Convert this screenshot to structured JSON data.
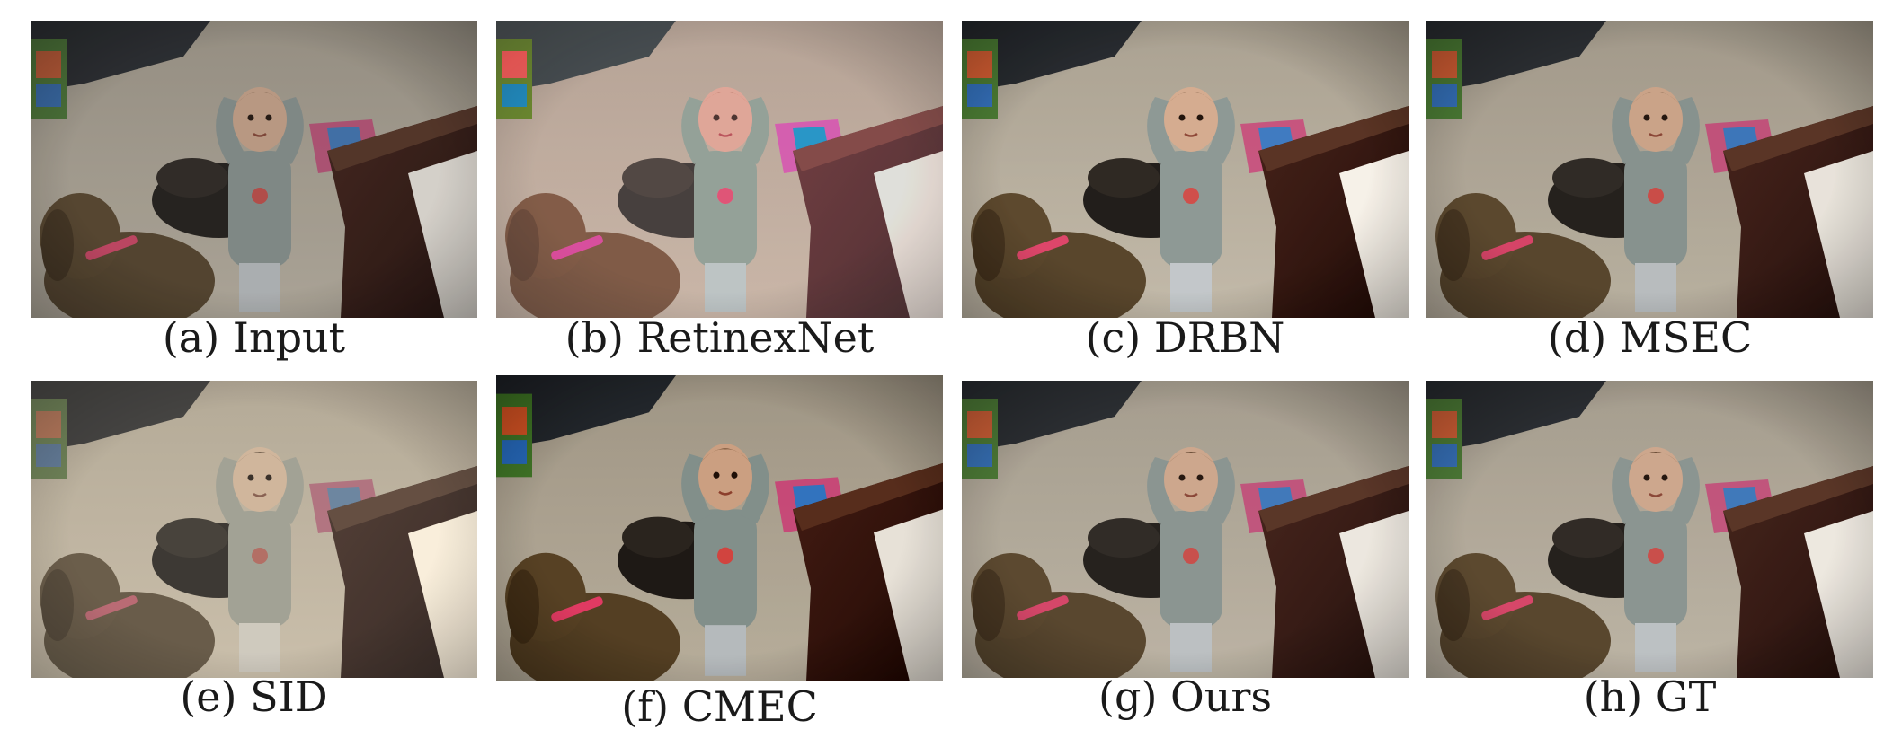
{
  "figure": {
    "panels": [
      {
        "caption": "(a) Input"
      },
      {
        "caption": "(b) RetinexNet"
      },
      {
        "caption": "(c) DRBN"
      },
      {
        "caption": "(d) MSEC"
      },
      {
        "caption": "(e) SID"
      },
      {
        "caption": "(f) CMEC"
      },
      {
        "caption": "(g) Ours"
      },
      {
        "caption": "(h) GT"
      }
    ]
  }
}
